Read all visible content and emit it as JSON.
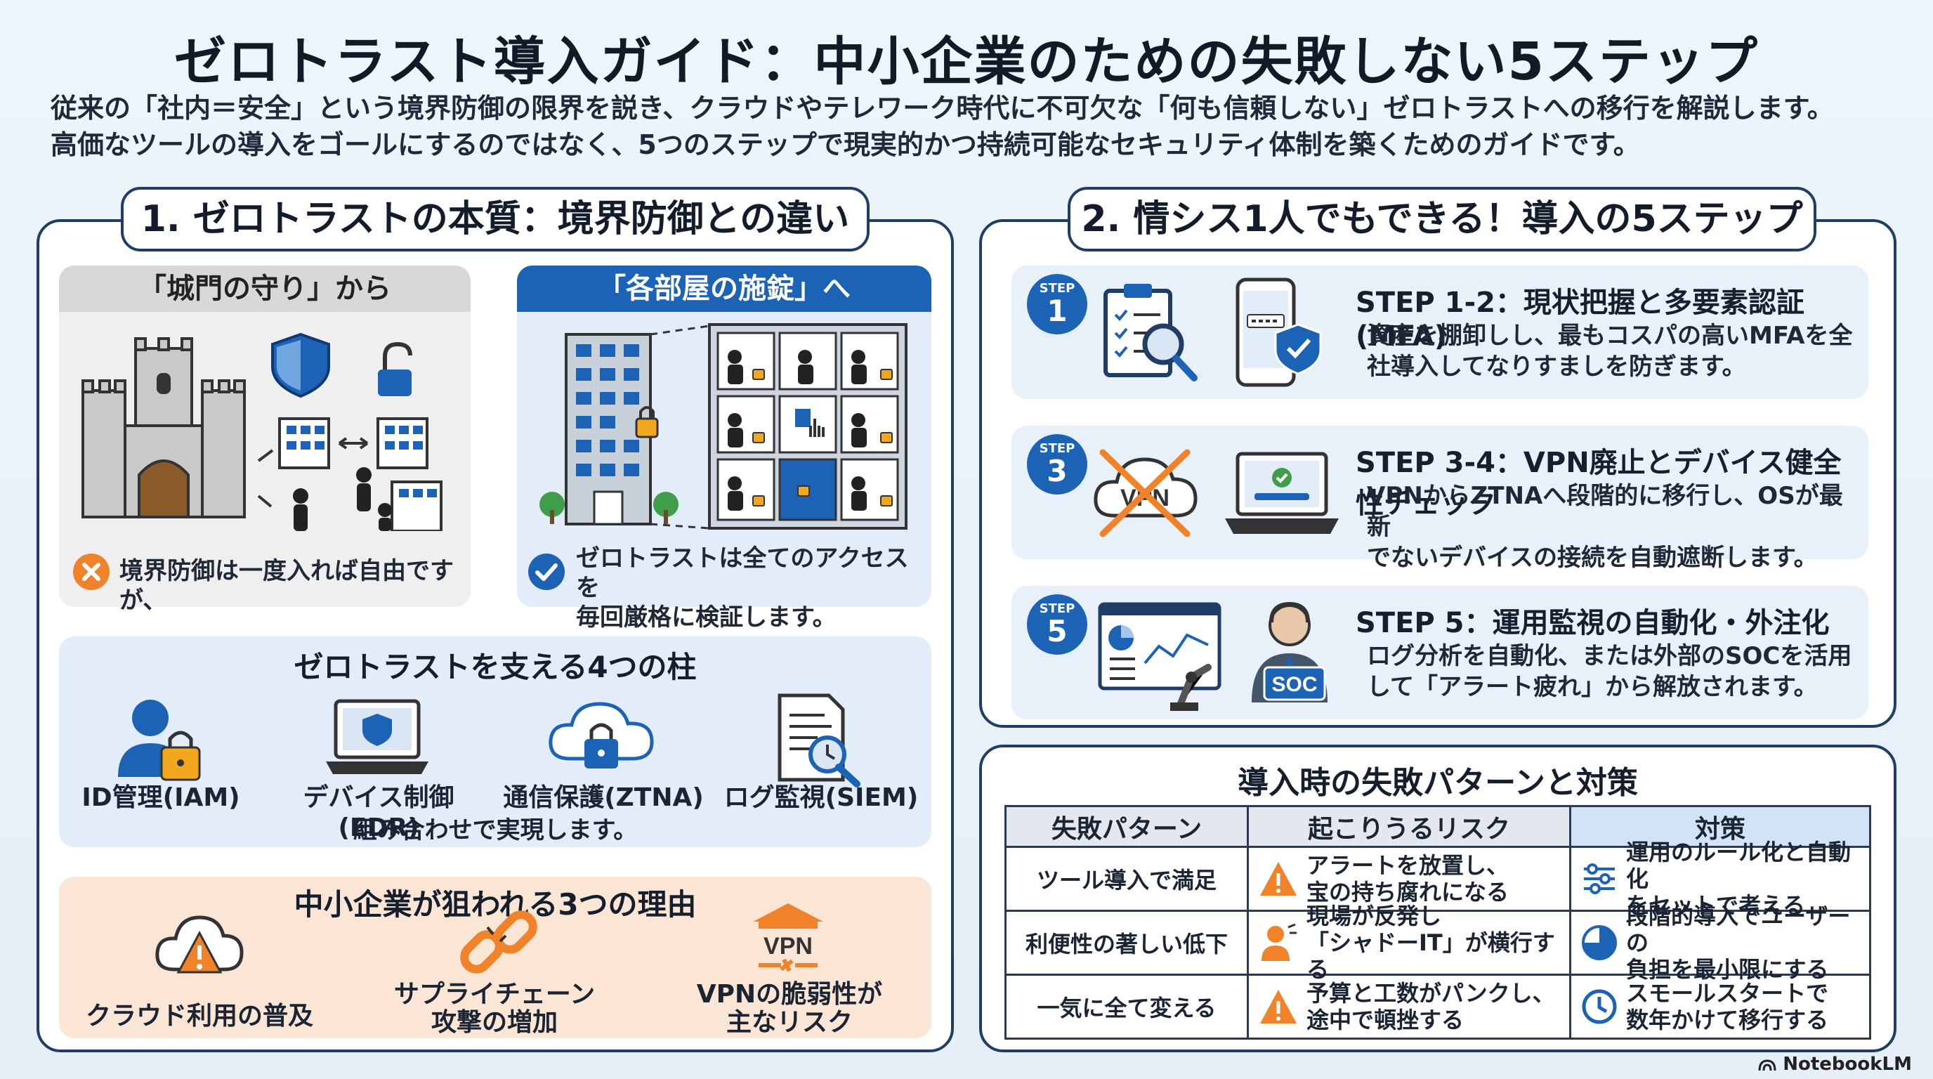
{
  "header": {
    "title": "ゼロトラスト導入ガイド：中小企業のための失敗しない5ステップ",
    "subtitle_line1": "従来の「社内＝安全」という境界防御の限界を説き、クラウドやテレワーク時代に不可欠な「何も信頼しない」ゼロトラストへの移行を解説します。",
    "subtitle_line2": "高価なツールの導入をゴールにするのではなく、5つのステップで現実的かつ持続可能なセキュリティ体制を築くためのガイドです。"
  },
  "section1": {
    "title": "1. ゼロトラストの本質：境界防御との違い",
    "left_card": {
      "header": "「城門の守り」から",
      "caption": "境界防御は一度入れば自由ですが、"
    },
    "right_card": {
      "header": "「各部屋の施錠」へ",
      "caption_line1": "ゼロトラストは全てのアクセスを",
      "caption_line2": "毎回厳格に検証します。"
    },
    "pillars": {
      "title": "ゼロトラストを支える4つの柱",
      "items": [
        "ID管理(IAM)",
        "デバイス制御(EDR)",
        "通信保護(ZTNA)",
        "ログ監視(SIEM)"
      ],
      "footer": "組み合わせで実現します。"
    },
    "reasons": {
      "title": "中小企業が狙われる3つの理由",
      "items": [
        {
          "line1": "クラウド利用の普及",
          "line2": ""
        },
        {
          "line1": "サプライチェーン",
          "line2": "攻撃の増加"
        },
        {
          "line1": "VPNの脆弱性が",
          "line2": "主なリスク"
        }
      ],
      "vpn_icon_text": "VPN"
    }
  },
  "section2": {
    "title": "2. 情シス1人でもできる！導入の5ステップ",
    "badge_label": "STEP",
    "steps": [
      {
        "num": "1",
        "title": "STEP 1-2：現状把握と多要素認証(MFA)",
        "desc1": "資産を棚卸しし、最もコスパの高いMFAを全",
        "desc2": "社導入してなりすましを防ぎます。"
      },
      {
        "num": "3",
        "title": "STEP 3-4：VPN廃止とデバイス健全性チェック",
        "desc1": "VPNからZTNAへ段階的に移行し、OSが最新",
        "desc2": "でないデバイスの接続を自動遮断します。"
      },
      {
        "num": "5",
        "title": "STEP 5：運用監視の自動化・外注化",
        "desc1": "ログ分析を自動化、または外部のSOCを活用",
        "desc2": "して「アラート疲れ」から解放されます。"
      }
    ],
    "vpn_cloud_text": "VPN",
    "soc_text": "SOC"
  },
  "section3": {
    "title": "導入時の失敗パターンと対策",
    "headers": [
      "失敗パターン",
      "起こりうるリスク",
      "対策"
    ],
    "rows": [
      {
        "pattern": "ツール導入で満足",
        "risk1": "アラートを放置し、",
        "risk2": "宝の持ち腐れになる",
        "measure1": "運用のルール化と自動化",
        "measure2": "をセットで考える"
      },
      {
        "pattern": "利便性の著しい低下",
        "risk1": "現場が反発し",
        "risk2": "「シャドーIT」が横行する",
        "measure1": "段階的導入でユーザーの",
        "measure2": "負担を最小限にする"
      },
      {
        "pattern": "一気に全て変える",
        "risk1": "予算と工数がパンクし、",
        "risk2": "途中で頓挫する",
        "measure1": "スモールスタートで",
        "measure2": "数年かけて移行する"
      }
    ]
  },
  "footer": {
    "brand": "NotebookLM"
  },
  "colors": {
    "navy": "#1f3d66",
    "blue": "#1d63b5",
    "orange": "#f0832a",
    "bg": "#eef4fb"
  }
}
